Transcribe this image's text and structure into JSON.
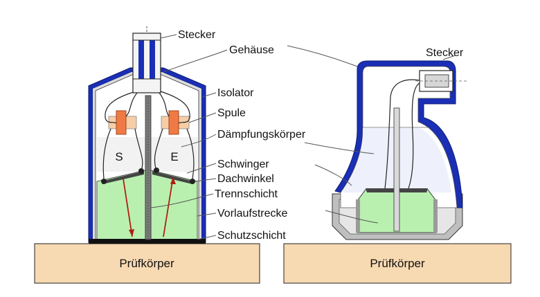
{
  "left_sensor": {
    "labels": {
      "stecker": "Stecker",
      "gehaeuse": "Gehäuse",
      "isolator": "Isolator",
      "spule": "Spule",
      "daempfungskoerper": "Dämpfungskörper",
      "schwinger": "Schwinger",
      "dachwinkel": "Dachwinkel",
      "trennschicht": "Trennschicht",
      "vorlaufstrecke": "Vorlaufstrecke",
      "schutzschicht": "Schutzschicht"
    },
    "sender_label": "S",
    "receiver_label": "E",
    "base_label": "Prüfkörper"
  },
  "right_sensor": {
    "labels": {
      "stecker": "Stecker"
    },
    "base_label": "Prüfkörper"
  },
  "colors": {
    "housing_blue": "#1a2fb5",
    "housing_gray": "#bfbfbf",
    "gel_green": "#b9f0b0",
    "base_fill": "#f7d9b2",
    "coil_orange": "#f07a45",
    "coil_light": "#f6cda7",
    "beam_red": "#b01d12"
  }
}
